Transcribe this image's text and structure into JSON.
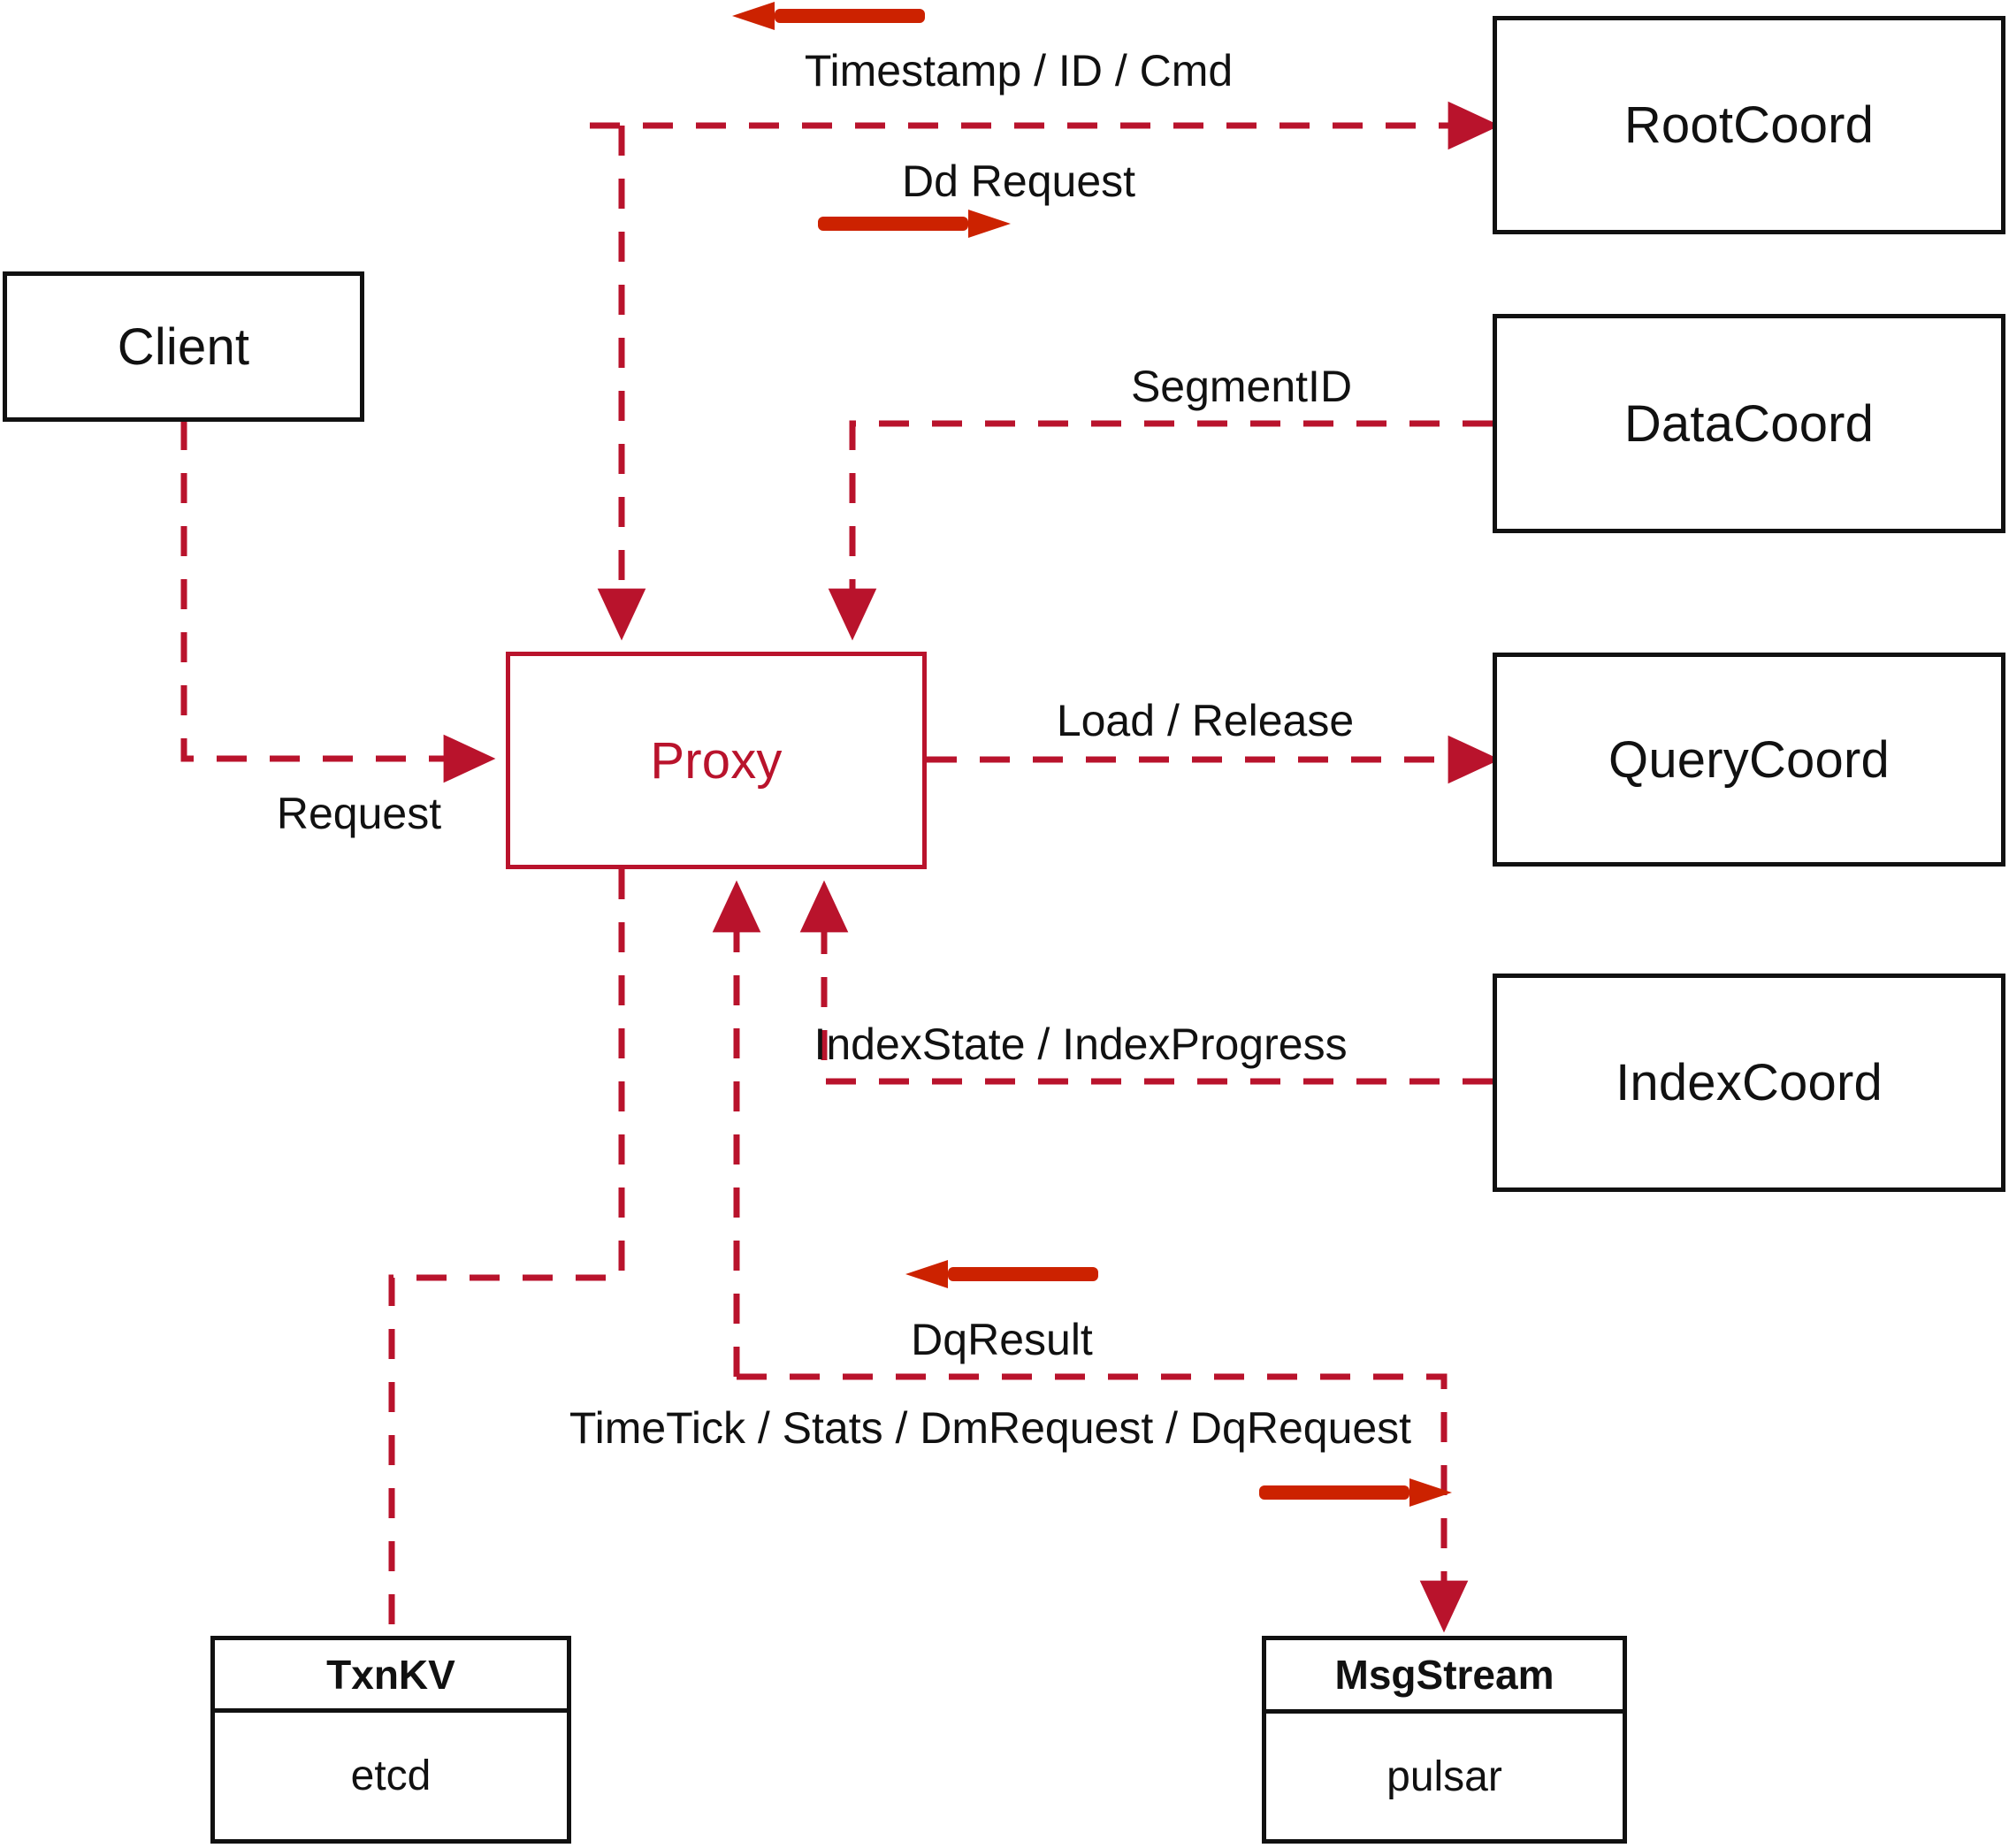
{
  "diagram": {
    "title": "Proxy interaction diagram",
    "colors": {
      "wire": "#b9132c",
      "arrow_bold": "#cc2200",
      "node_border": "#111111",
      "proxy_border": "#b9132c",
      "proxy_text": "#b9132c",
      "background": "#ffffff"
    }
  },
  "nodes": {
    "client": {
      "label": "Client"
    },
    "proxy": {
      "label": "Proxy"
    },
    "root_coord": {
      "label": "RootCoord"
    },
    "data_coord": {
      "label": "DataCoord"
    },
    "query_coord": {
      "label": "QueryCoord"
    },
    "index_coord": {
      "label": "IndexCoord"
    },
    "txn_kv": {
      "title": "TxnKV",
      "implementation": "etcd"
    },
    "msg_stream": {
      "title": "MsgStream",
      "implementation": "pulsar"
    }
  },
  "edges": [
    {
      "id": "timestamp-id-cmd",
      "label": "Timestamp / ID / Cmd",
      "from": "RootCoord",
      "to": "Proxy",
      "direction": "left"
    },
    {
      "id": "dd-request",
      "label": "Dd Request",
      "from": "Proxy",
      "to": "RootCoord",
      "direction": "right"
    },
    {
      "id": "segment-id",
      "label": "SegmentID",
      "from": "DataCoord",
      "to": "Proxy",
      "direction": "left"
    },
    {
      "id": "request",
      "label": "Request",
      "from": "Client",
      "to": "Proxy",
      "direction": "right"
    },
    {
      "id": "load-release",
      "label": "Load / Release",
      "from": "Proxy",
      "to": "QueryCoord",
      "direction": "right"
    },
    {
      "id": "index-state-progress",
      "label": "IndexState / IndexProgress",
      "from": "IndexCoord",
      "to": "Proxy",
      "direction": "left"
    },
    {
      "id": "dq-result",
      "label": "DqResult",
      "from": "MsgStream",
      "to": "Proxy",
      "direction": "left"
    },
    {
      "id": "timetick-stats-dmrequest-dqrequest",
      "label": "TimeTick / Stats / DmRequest / DqRequest",
      "from": "Proxy",
      "to": "MsgStream",
      "direction": "right"
    },
    {
      "id": "proxy-txnkv",
      "label": "",
      "from": "Proxy",
      "to": "TxnKV",
      "direction": "none"
    }
  ]
}
